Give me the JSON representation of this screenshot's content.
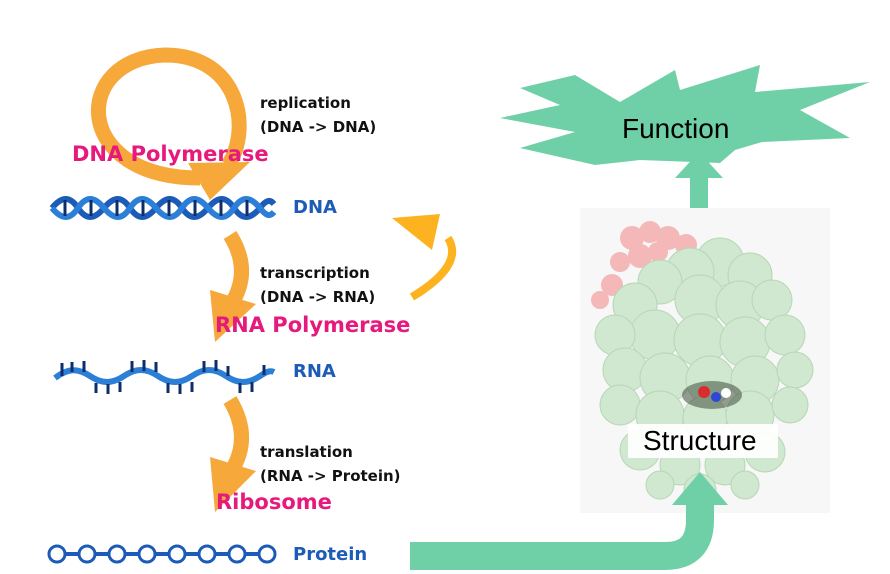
{
  "steps": {
    "replication": {
      "name": "replication",
      "detail": "(DNA -> DNA)",
      "enzyme": "DNA Polymerase"
    },
    "transcription": {
      "name": "transcription",
      "detail": "(DNA -> RNA)",
      "enzyme": "RNA Polymerase"
    },
    "translation": {
      "name": "translation",
      "detail": "(RNA -> Protein)",
      "enzyme": "Ribosome"
    }
  },
  "molecules": {
    "dna": "DNA",
    "rna": "RNA",
    "protein": "Protein"
  },
  "right_panel": {
    "function_label": "Function",
    "structure_label": "Structure"
  },
  "colors": {
    "arrow_orange": "#f7a83a",
    "enzyme_pink": "#e6197d",
    "molecule_blue": "#1c5cb8",
    "flow_teal": "#6fd0a7",
    "protein_green": "#cfe8cf",
    "protein_pink": "#f4b8b8"
  }
}
